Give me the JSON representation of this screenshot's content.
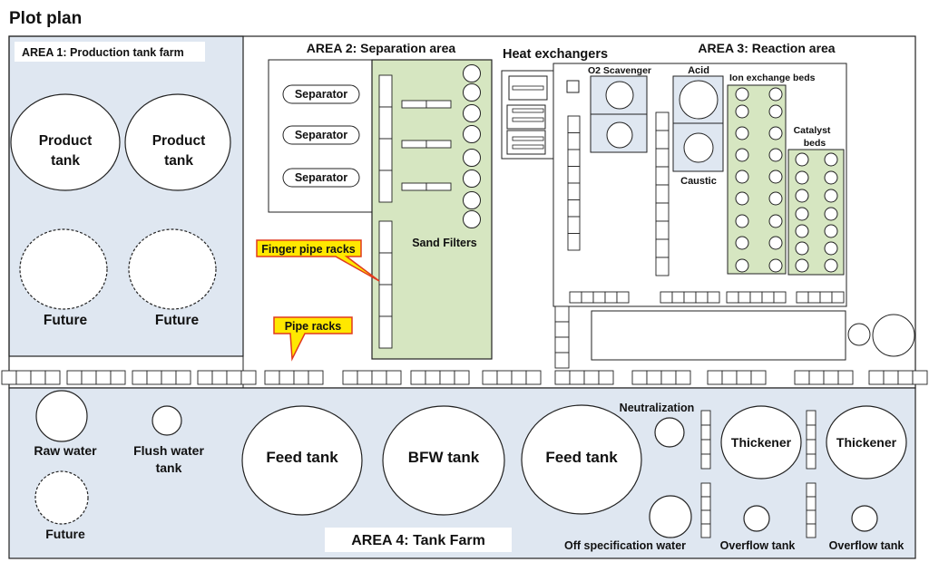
{
  "title": "Plot plan",
  "colors": {
    "area_fill": "#dfe7f1",
    "green_fill": "#d6e6c1",
    "callout_fill": "#ffe800",
    "callout_stroke": "#e03a1e",
    "stroke": "#222222"
  },
  "area1": {
    "label": "AREA 1: Production tank farm",
    "tank1": [
      "Product",
      "tank"
    ],
    "tank2": [
      "Product",
      "tank"
    ],
    "future1": "Future",
    "future2": "Future"
  },
  "area2": {
    "label": "AREA 2: Separation area",
    "separator_1": "Separator",
    "separator_2": "Separator",
    "separator_3": "Separator",
    "sand_filters": "Sand Filters"
  },
  "heat_exchangers": "Heat exchangers",
  "area3": {
    "label": "AREA 3: Reaction area",
    "o2_scavenger": "O2 Scavenger",
    "acid": "Acid",
    "caustic": "Caustic",
    "ion_exchange": "Ion exchange beds",
    "catalyst": [
      "Catalyst",
      "beds"
    ]
  },
  "callouts": {
    "finger_pipe_racks": "Finger pipe racks",
    "pipe_racks": "Pipe racks"
  },
  "area4": {
    "label": "AREA 4: Tank Farm",
    "raw_water": "Raw water",
    "flush_water": [
      "Flush water",
      "tank"
    ],
    "future": "Future",
    "feed_tank_1": "Feed tank",
    "bfw_tank": "BFW tank",
    "feed_tank_2": "Feed tank",
    "neutralization": "Neutralization",
    "thickener_1": "Thickener",
    "thickener_2": "Thickener",
    "off_spec": "Off specification water",
    "overflow_1": "Overflow tank",
    "overflow_2": "Overflow tank"
  }
}
